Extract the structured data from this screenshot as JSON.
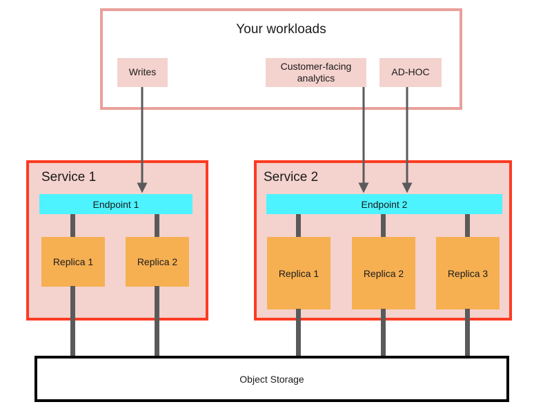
{
  "workloads": {
    "title": "Your workloads",
    "border_color": "#e8a09a",
    "chips": [
      {
        "id": "writes",
        "label": "Writes"
      },
      {
        "id": "customer-facing-analytics",
        "label": "Customer-facing analytics"
      },
      {
        "id": "ad-hoc",
        "label": "AD-HOC"
      }
    ]
  },
  "services": [
    {
      "id": "service-1",
      "title": "Service 1",
      "border_color": "#fc3b22",
      "background_color": "#f4d2ce",
      "endpoint": {
        "label": "Endpoint 1",
        "color": "#4df3ff"
      },
      "replicas": [
        {
          "label": "Replica 1"
        },
        {
          "label": "Replica 2"
        }
      ]
    },
    {
      "id": "service-2",
      "title": "Service 2",
      "border_color": "#fc3b22",
      "background_color": "#f4d2ce",
      "endpoint": {
        "label": "Endpoint 2",
        "color": "#4df3ff"
      },
      "replicas": [
        {
          "label": "Replica 1"
        },
        {
          "label": "Replica 2"
        },
        {
          "label": "Replica 3"
        }
      ]
    }
  ],
  "storage": {
    "label": "Object Storage",
    "border_color": "#000000"
  },
  "connectors": {
    "color": "#5a5a5a",
    "arrows": [
      {
        "from": "writes",
        "to": "endpoint-1"
      },
      {
        "from": "customer-facing-analytics",
        "to": "endpoint-2"
      },
      {
        "from": "ad-hoc",
        "to": "endpoint-2"
      }
    ]
  },
  "replica_colors": {
    "replica_fill": "#f6b052"
  }
}
